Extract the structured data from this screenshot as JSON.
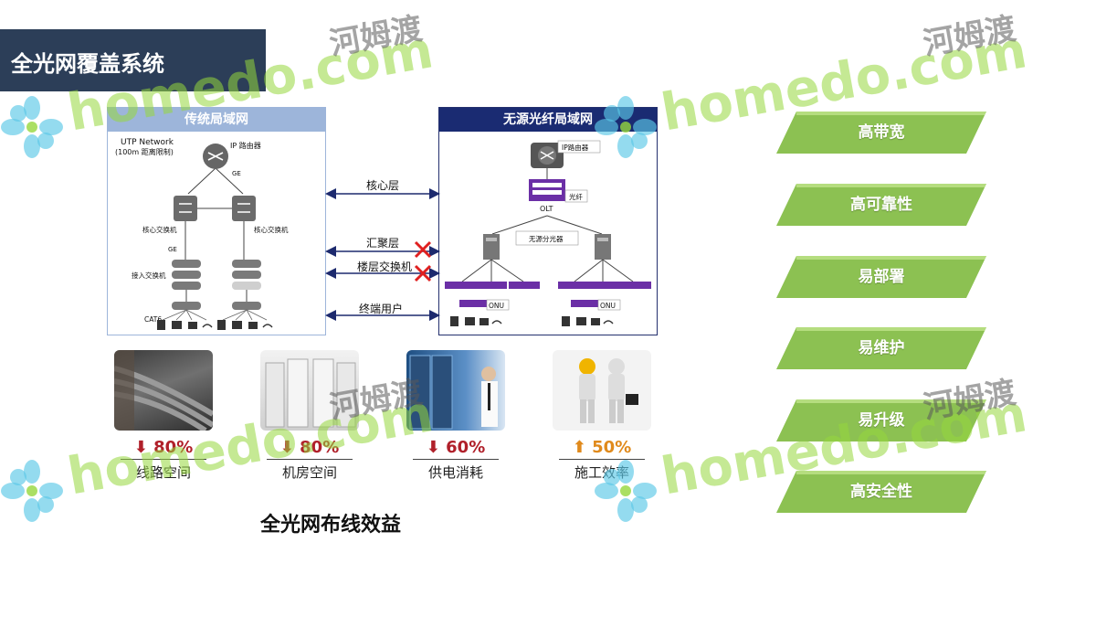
{
  "slide": {
    "title": "全光网覆盖系统",
    "bottom_caption": "全光网布线效益"
  },
  "left_panel": {
    "header": "传统局域网",
    "utp_line1": "UTP Network",
    "utp_line2": "(100m 距离限制)",
    "router_label": "IP 路由器",
    "ge_top": "GE",
    "core_switch_left": "核心交换机",
    "core_switch_right": "核心交换机",
    "ge_mid": "GE",
    "access_switch": "接入交换机",
    "cat6": "CAT6"
  },
  "right_panel": {
    "header": "无源光纤局域网",
    "router_label": "IP路由器",
    "fiber_label": "光纤",
    "olt_label": "OLT",
    "splitter_label": "无源分光器",
    "onu_left": "ONU",
    "onu_right": "ONU"
  },
  "layers": [
    {
      "label": "核心层",
      "crossed": false
    },
    {
      "label": "汇聚层",
      "crossed": true
    },
    {
      "label": "楼层交换机",
      "crossed": true
    },
    {
      "label": "终端用户",
      "crossed": false
    }
  ],
  "benefits": [
    {
      "direction": "down",
      "arrow": "⬇",
      "value": "80%",
      "label": "线路空间",
      "photo": "cable-bundle"
    },
    {
      "direction": "down",
      "arrow": "⬇",
      "value": "80%",
      "label": "机房空间",
      "photo": "server-room"
    },
    {
      "direction": "down",
      "arrow": "⬇",
      "value": "60%",
      "label": "供电消耗",
      "photo": "technician-at-rack"
    },
    {
      "direction": "up",
      "arrow": "⬆",
      "value": "50%",
      "label": "施工效率",
      "photo": "handshake-figures"
    }
  ],
  "features": [
    "高带宽",
    "高可靠性",
    "易部署",
    "易维护",
    "易升级",
    "高安全性"
  ],
  "watermark": {
    "latin": "homedo.com",
    "cn": "河姆渡"
  },
  "colors": {
    "title_bg": "#2c3e58",
    "left_header": "#9db5da",
    "right_header": "#1a2b72",
    "feature_green": "#8cc152",
    "down_red": "#b0202a",
    "up_orange": "#e08a1c",
    "cross_red": "#e02020",
    "arrow_navy": "#1d2a6e"
  }
}
